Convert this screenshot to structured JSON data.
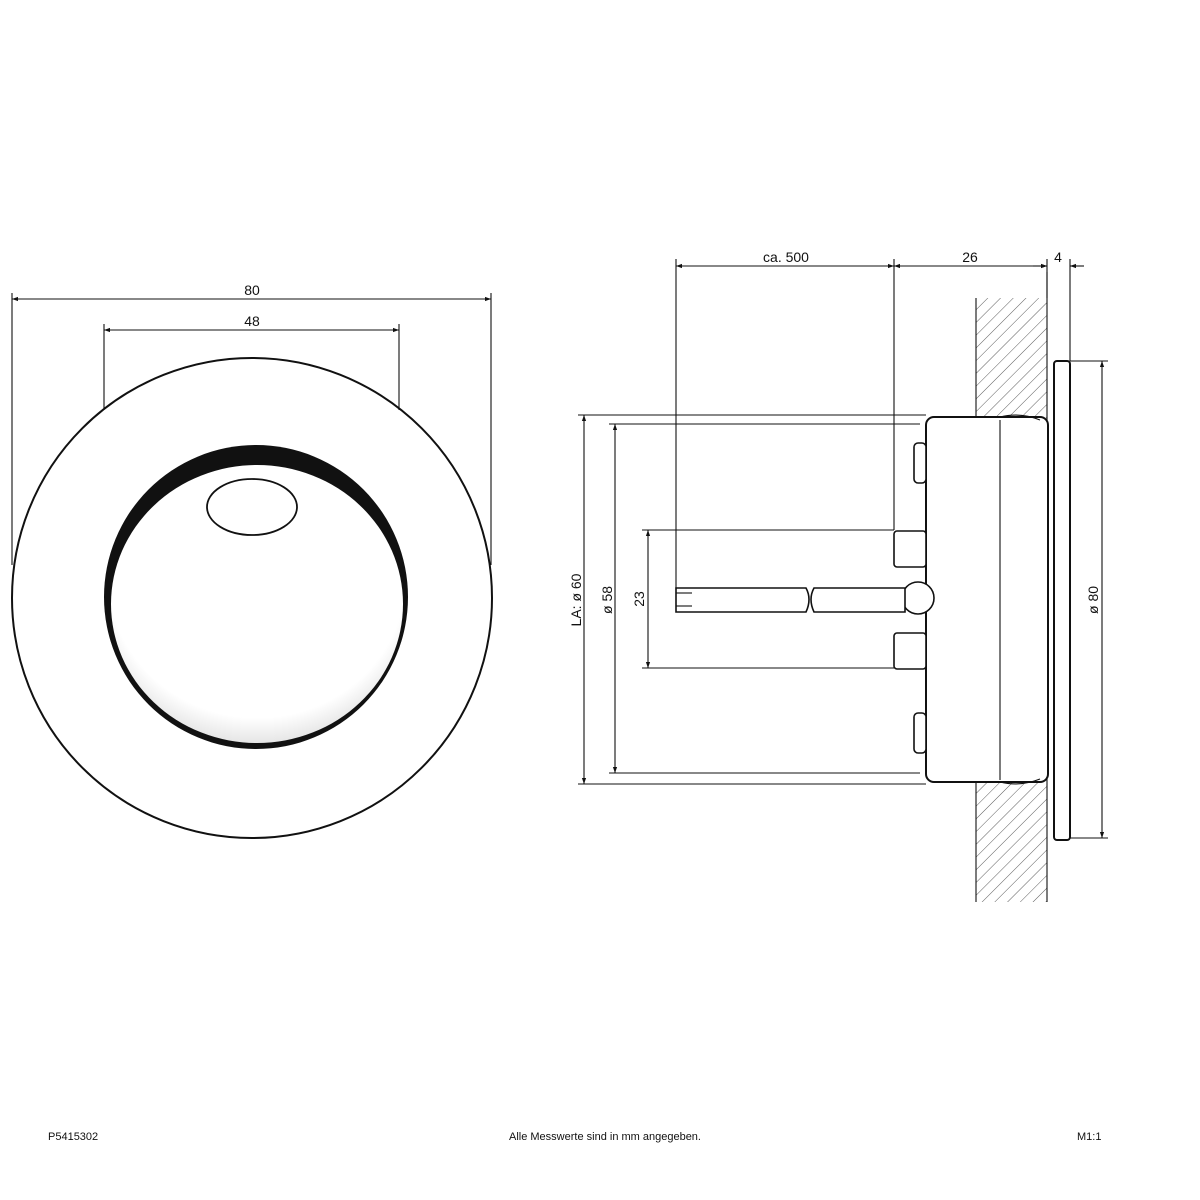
{
  "front_view": {
    "dim_outer": "80",
    "dim_inner": "48"
  },
  "side_view": {
    "dim_cable": "ca. 500",
    "dim_depth": "26",
    "dim_plate": "4",
    "dim_cutout": "LA: ø 60",
    "dim_body": "ø 58",
    "dim_terminal": "23",
    "dim_cover": "ø 80"
  },
  "footer": {
    "article_number": "P5415302",
    "note": "Alle Messwerte sind in mm angegeben.",
    "scale": "M1:1"
  }
}
